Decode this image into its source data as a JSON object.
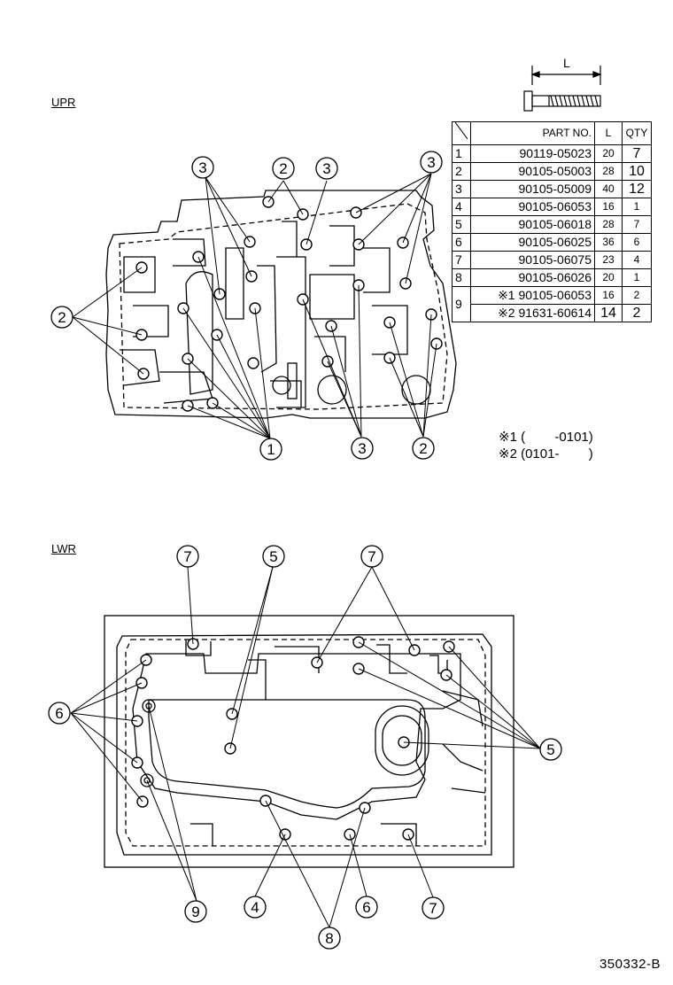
{
  "sections": {
    "upper": "UPR",
    "lower": "LWR"
  },
  "bolt_dim": "L",
  "table": {
    "headers": {
      "part": "PART NO.",
      "l": "L",
      "qty": "QTY"
    },
    "rows": [
      {
        "idx": "1",
        "part": "90119-05023",
        "l": "20",
        "qty": "7"
      },
      {
        "idx": "2",
        "part": "90105-05003",
        "l": "28",
        "qty": "10"
      },
      {
        "idx": "3",
        "part": "90105-05009",
        "l": "40",
        "qty": "12"
      },
      {
        "idx": "4",
        "part": "90105-06053",
        "l": "16",
        "qty": "1"
      },
      {
        "idx": "5",
        "part": "90105-06018",
        "l": "28",
        "qty": "7"
      },
      {
        "idx": "6",
        "part": "90105-06025",
        "l": "36",
        "qty": "6"
      },
      {
        "idx": "7",
        "part": "90105-06075",
        "l": "23",
        "qty": "4"
      },
      {
        "idx": "8",
        "part": "90105-06026",
        "l": "20",
        "qty": "1"
      }
    ],
    "row9": {
      "idx": "9",
      "a": {
        "part": "※1 90105-06053",
        "l": "16",
        "qty": "2"
      },
      "b": {
        "part": "※2 91631-60614",
        "l": "14",
        "qty": "2"
      }
    }
  },
  "notes": {
    "n1": "※1 (        -0101)",
    "n2": "※2 (0101-        )"
  },
  "drawing_code": "350332-B",
  "callouts": {
    "upper": [
      "3",
      "2",
      "3",
      "3",
      "2",
      "1",
      "3",
      "2"
    ],
    "lower": [
      "7",
      "5",
      "7",
      "6",
      "5",
      "9",
      "4",
      "8",
      "6",
      "7"
    ]
  }
}
